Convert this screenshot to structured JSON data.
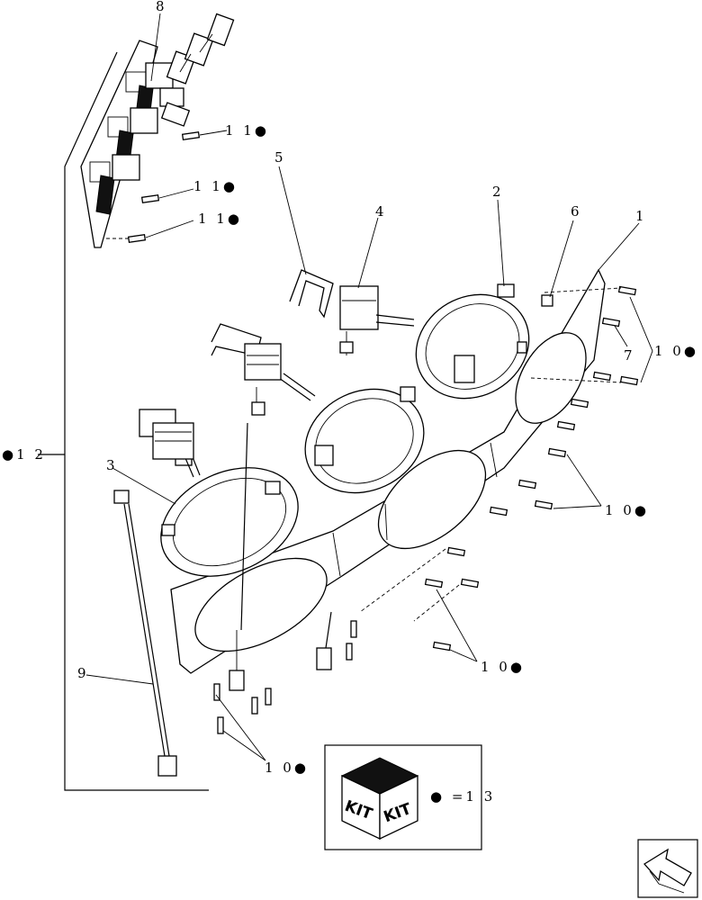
{
  "callouts": {
    "c1": "1",
    "c2": "2",
    "c3": "3",
    "c4": "4",
    "c5": "5",
    "c6": "6",
    "c7": "7",
    "c8": "8",
    "c9": "9",
    "c10a": "1 0●",
    "c10b": "1 0●",
    "c10c": "1 0●",
    "c10d": "1 0●",
    "c11a": "1 1●",
    "c11b": "1 1●",
    "c11c": "1 1●",
    "c12": "●1 2",
    "c13": "● =1 3"
  },
  "kit_box": {
    "left_face": "KIT",
    "right_face": "KIT"
  }
}
